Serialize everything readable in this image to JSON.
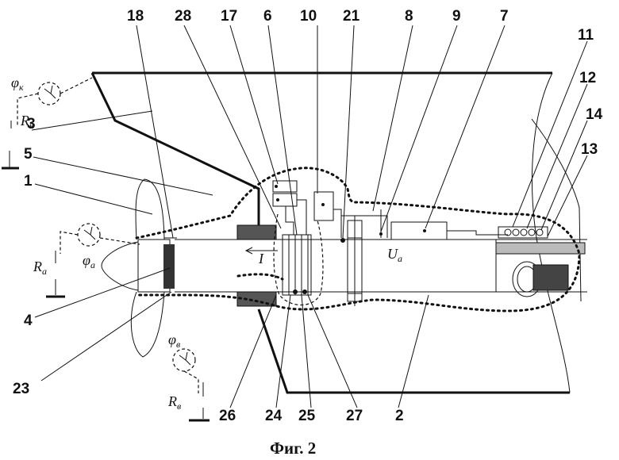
{
  "caption": "Фиг. 2",
  "reference_numerals": {
    "n1": "1",
    "n2": "2",
    "n3": "3",
    "n4": "4",
    "n5": "5",
    "n6": "6",
    "n7": "7",
    "n8": "8",
    "n9": "9",
    "n10": "10",
    "n11": "11",
    "n12": "12",
    "n13": "13",
    "n14": "14",
    "n17": "17",
    "n18": "18",
    "n21": "21",
    "n23": "23",
    "n24": "24",
    "n25": "25",
    "n26": "26",
    "n27": "27",
    "n28": "28"
  },
  "symbols": {
    "phi": "φ",
    "R": "R",
    "U": "U",
    "I": "I",
    "sub_k": "к",
    "sub_a": "а",
    "sub_v": "в"
  }
}
